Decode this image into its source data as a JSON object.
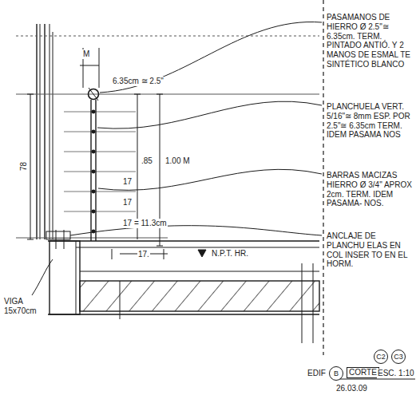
{
  "diagram": {
    "labels": [
      "M",
      "6.35cm ≅ 2.5\"",
      "78",
      ".85",
      "1.00 M",
      "17",
      "17",
      "17 = 11.3cm",
      "17.",
      "N.P.T. HR.",
      "VIGA 15x70cm",
      "PASAMANOS DE HIERRO Ø 2.5\"≅ 6.35cm. TERM. PINTADO ANTIÓ. Y 2 MANOS DE ESMAL TE SINTÉTICO BLANCO",
      "PLANCHUELA VERT. 5/16\"≅ 8mm ESP. POR 2.5\"≅ 6.35cm TERM. IDEM PASAMA NOS",
      "BARRAS MACIZAS HIERRO Ø 3/4\" APROX 2cm. TERM. IDEM PASAMA- NOS.",
      "ANCLAJE DE PLANCHU ELAS EN COL INSER TO EN EL HORM.",
      "C2",
      "C3",
      "EDIF",
      "B",
      "CORTE",
      "ESC. 1:10",
      "26.03.09"
    ]
  }
}
